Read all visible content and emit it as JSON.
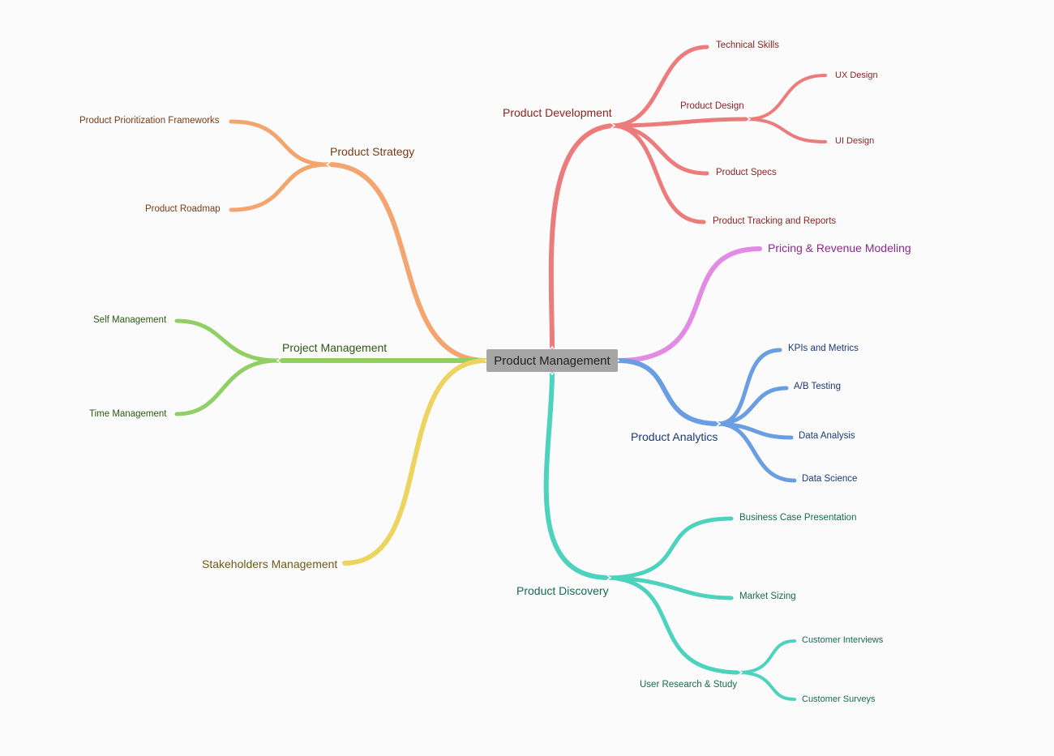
{
  "root": {
    "label": "Product Management"
  },
  "colors": {
    "development": "#ec7c7b",
    "strategy": "#f4a56e",
    "project": "#8fcf63",
    "stakeholders": "#ecd45e",
    "discovery": "#4dd3bd",
    "analytics": "#6a9ee3",
    "pricing": "#e18be5"
  },
  "branches": {
    "development": {
      "label": "Product Development",
      "children": {
        "technical_skills": "Technical Skills",
        "product_design": "Product Design",
        "ux_design": "UX Design",
        "ui_design": "UI Design",
        "product_specs": "Product Specs",
        "tracking": "Product Tracking and Reports"
      }
    },
    "pricing": {
      "label": "Pricing & Revenue Modeling"
    },
    "analytics": {
      "label": "Product Analytics",
      "children": {
        "kpis": "KPIs and Metrics",
        "ab_testing": "A/B Testing",
        "data_analysis": "Data Analysis",
        "data_science": "Data Science"
      }
    },
    "discovery": {
      "label": "Product Discovery",
      "children": {
        "business_case": "Business Case Presentation",
        "market_sizing": "Market Sizing",
        "user_research": "User Research & Study",
        "customer_interviews": "Customer Interviews",
        "customer_surveys": "Customer Surveys"
      }
    },
    "strategy": {
      "label": "Product Strategy",
      "children": {
        "prioritization": "Product Prioritization Frameworks",
        "roadmap": "Product Roadmap"
      }
    },
    "project": {
      "label": "Project Management",
      "children": {
        "self_management": "Self Management",
        "time_management": "Time Management"
      }
    },
    "stakeholders": {
      "label": "Stakeholders Management"
    }
  }
}
